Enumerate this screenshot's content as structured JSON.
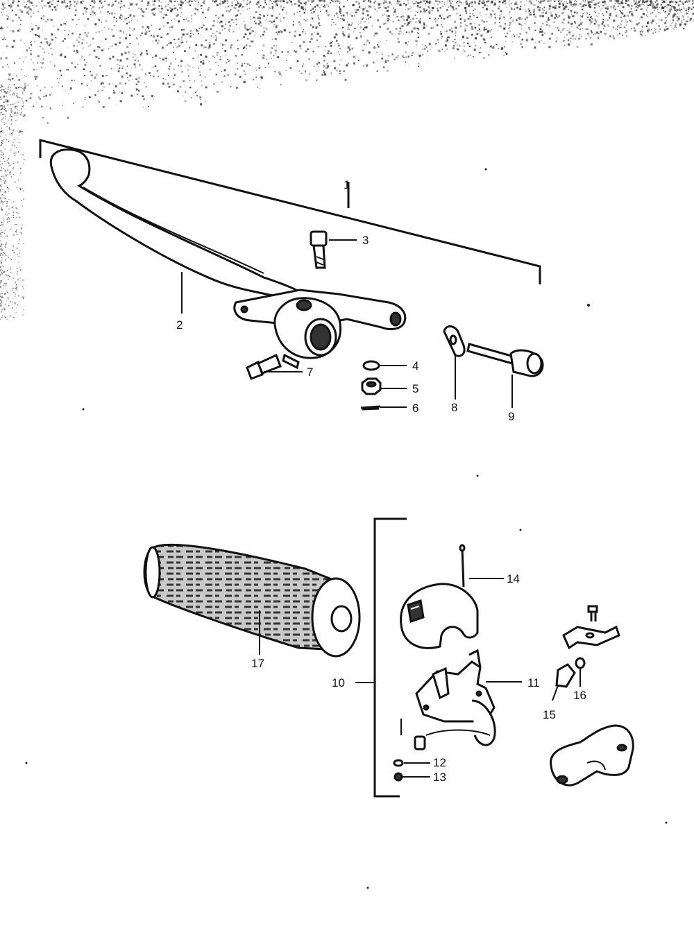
{
  "diagram": {
    "callouts": [
      "1",
      "2",
      "3",
      "4",
      "5",
      "6",
      "7",
      "8",
      "9",
      "10",
      "11",
      "12",
      "13",
      "14",
      "15",
      "16",
      "17"
    ]
  },
  "colors": {
    "ink": "#111111",
    "paper": "#ffffff",
    "speckle": "#3a3a3a"
  }
}
